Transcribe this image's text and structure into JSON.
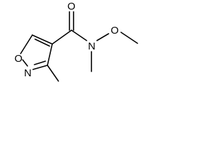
{
  "molecule": {
    "atoms": {
      "ring_oxygen": "O",
      "ring_nitrogen": "N",
      "carbonyl_oxygen": "O",
      "amide_nitrogen": "N",
      "methoxy_oxygen": "O"
    }
  }
}
